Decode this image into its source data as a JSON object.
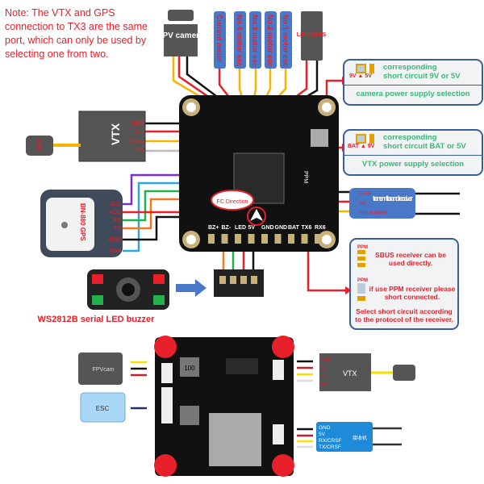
{
  "note": "Note: The VTX and GPS connection to TX3 are the same port, which can only be used by selecting one from two.",
  "top_devices": {
    "fpv_camera": "FPV camera",
    "current_meter": "Current meter",
    "motors": [
      "No.4 motor esc",
      "No.3 motor esc",
      "No.2 motor esc",
      "No.1 motor esc"
    ],
    "lipo": "LiPo 2S-6S"
  },
  "vtx": {
    "title": "VTX",
    "pins": [
      "GND",
      "Vcc",
      "Video",
      "RX"
    ],
    "antenna": "5.8G"
  },
  "gps": {
    "title": "BN-880 GPS",
    "pins": [
      "SCL",
      "VCC",
      "RX",
      "TX",
      "GND",
      "SDA"
    ]
  },
  "buzzer": {
    "caption": "WS2812B serial LED buzzer"
  },
  "fc": {
    "direction_label": "FC Direction",
    "bottom_pads": [
      "BZ+",
      "BZ-",
      "LED",
      "5V",
      "GND",
      "GND",
      "BAT",
      "TX6",
      "RX6"
    ],
    "ppm_label": "PPM"
  },
  "camera_power": {
    "line1": "corresponding",
    "line2": "short circuit 9V or 5V",
    "left": "9V",
    "right": "5V",
    "footer": "camera power supply selection"
  },
  "vtx_power": {
    "line1": "corresponding",
    "line2": "short circuit BAT or 5V",
    "left": "BAT",
    "right": "9V",
    "footer": "VTX power supply selection"
  },
  "receiver": {
    "title": "transmitter and receiver",
    "pins": [
      "GND",
      "5V",
      "SBUS/PPM"
    ]
  },
  "ppm_box": {
    "ppm1": "PPM",
    "sbus_text": "SBUS receiver can be used directly.",
    "ppm2": "PPM",
    "ppm_text": "if use PPM receiver please short connected.",
    "footer": "Select short circuit according to the protocol of the receiver."
  },
  "bottom": {
    "fpvcam": "FPVcam",
    "esc": "ESC",
    "vtx": "VTX",
    "vtx_pins": [
      "GND",
      "5V",
      "VI",
      "RX"
    ],
    "receiver_pins": [
      "GND",
      "5V",
      "RX/CRSF",
      "TX/CRSF"
    ],
    "receiver_label": "接收机",
    "chip_label": "100"
  },
  "colors": {
    "red": "#e8202a",
    "green": "#3cb878",
    "blue": "#3a6cc0",
    "board": "#111111"
  }
}
